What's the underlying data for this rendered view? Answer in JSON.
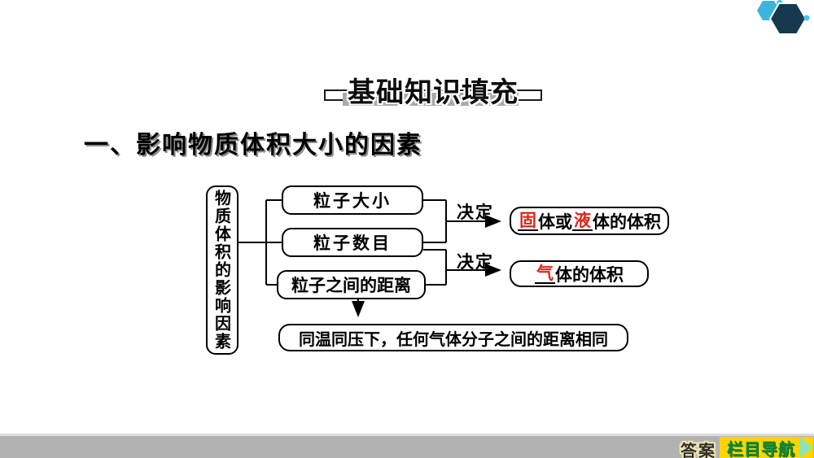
{
  "title_banner": {
    "text": "基础知识填充",
    "gray_color": "#a9a9a9"
  },
  "heading": {
    "text": "一、影响物质体积大小的因素"
  },
  "diagram": {
    "root_label": "物质体积的影响因素",
    "factors": [
      "粒子大小",
      "粒子数目",
      "粒子之间的距离"
    ],
    "arrow_labels": [
      "决定",
      "决定"
    ],
    "result1_parts": [
      {
        "text": "固",
        "style": "answer-red-underlined"
      },
      {
        "text": "体或",
        "style": "plain"
      },
      {
        "text": "液",
        "style": "answer-red-underlined"
      },
      {
        "text": "体的体积",
        "style": "plain"
      }
    ],
    "result2_parts": [
      {
        "text": "气",
        "style": "answer-red-underlined"
      },
      {
        "text": "体的体积",
        "style": "plain"
      }
    ],
    "note": "同温同压下，任何气体分子之间的距离相同",
    "answer_color": "#d9261c",
    "line_color": "#000000"
  },
  "footer": {
    "answer_label": "答案",
    "nav_label": "栏目导航",
    "bar_color": "#b2b2b2",
    "nav_bg_color": "#ffd400",
    "nav_text_color": "#0f8a33",
    "nav_tip_color": "#8ce4b2",
    "answer_glow_color": "#efe5ae"
  },
  "logo": {
    "light_hex_color": "#3ab5dc",
    "dark_hex_color": "#16394e",
    "dot_color": "#45c4e8"
  }
}
